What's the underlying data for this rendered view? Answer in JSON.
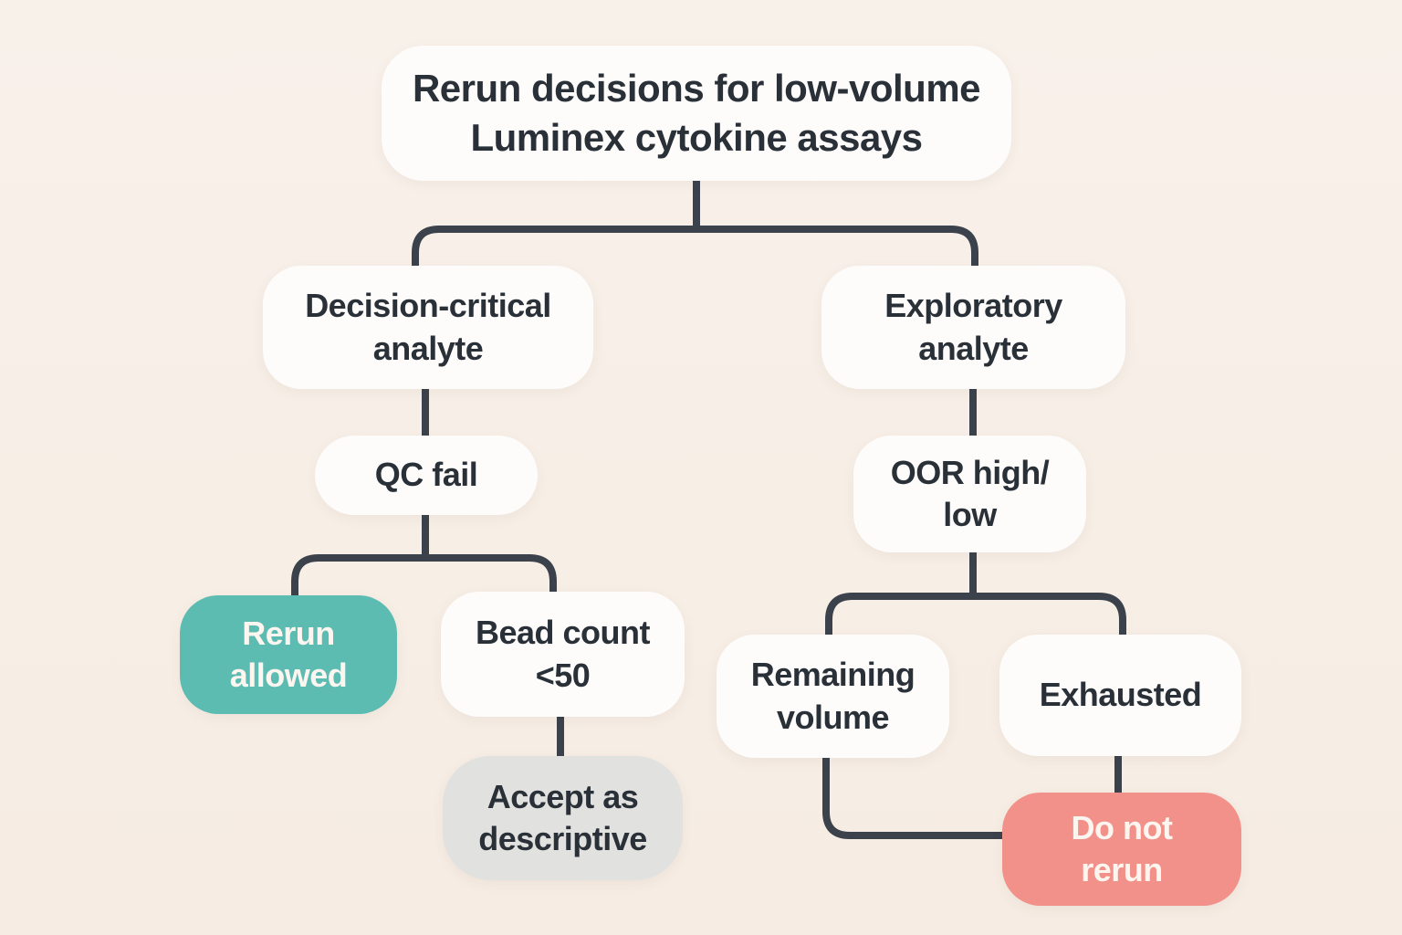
{
  "diagram": {
    "title": "Rerun decisions for low-volume\nLuminex cytokine assays",
    "nodes": {
      "decision_critical": "Decision-critical\nanalyte",
      "exploratory": "Exploratory\nanalyte",
      "qc_fail": "QC fail",
      "oor_high_low": "OOR high/\nlow",
      "rerun_allowed": "Rerun\nallowed",
      "bead_count": "Bead count\n<50",
      "remaining_volume": "Remaining\nvolume",
      "exhausted": "Exhausted",
      "accept_descriptive": "Accept as\ndescriptive",
      "do_not_rerun": "Do not\nrerun"
    }
  },
  "colors": {
    "bg_top": "#f8f1ea",
    "bg_bottom": "#f6ece3",
    "node_fill": "#fdfcfb",
    "teal": "#5cbcb2",
    "salmon": "#f29189",
    "gray": "#e1e1df",
    "ink": "#2a3038",
    "line": "#3b424c",
    "light_text": "#fdf6f0"
  }
}
